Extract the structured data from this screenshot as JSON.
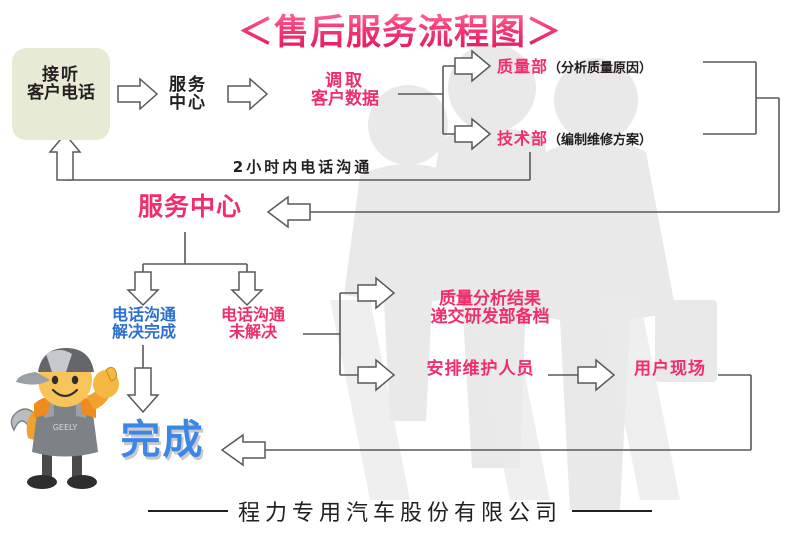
{
  "title": "＜售后服务流程图＞",
  "nodes": {
    "intake": {
      "line1": "接听",
      "line2": "客户电话"
    },
    "service_center_top": {
      "line1": "服务",
      "line2": "中心"
    },
    "fetch_customer_data": {
      "line1": "调取",
      "line2": "客户数据"
    },
    "quality_dept": {
      "name": "质量部",
      "paren": "（分析质量原因）"
    },
    "tech_dept": {
      "name": "技术部",
      "paren": "（编制维修方案）"
    },
    "two_hour_note": "2小时内电话沟通",
    "service_center_mid": "服务中心",
    "phone_resolved": {
      "line1": "电话沟通",
      "line2": "解决完成"
    },
    "phone_unresolved": {
      "line1": "电话沟通",
      "line2": "未解决"
    },
    "quality_analysis_result": {
      "line1": "质量分析结果",
      "line2": "递交研发部备档"
    },
    "arrange_staff": "安排维护人员",
    "user_site": "用户现场",
    "done": "完成"
  },
  "footer": {
    "company": "程力专用汽车股份有限公司"
  },
  "mascot": {
    "brand": "GEELY"
  },
  "colors": {
    "pink": "#ef2e6b",
    "dark": "#231f20",
    "blue": "#2b6fd0",
    "done_blue": "#3b87e8",
    "intake_box": "#e7ebd6",
    "line": "#58595b",
    "watermark": "#e9e9e9"
  }
}
